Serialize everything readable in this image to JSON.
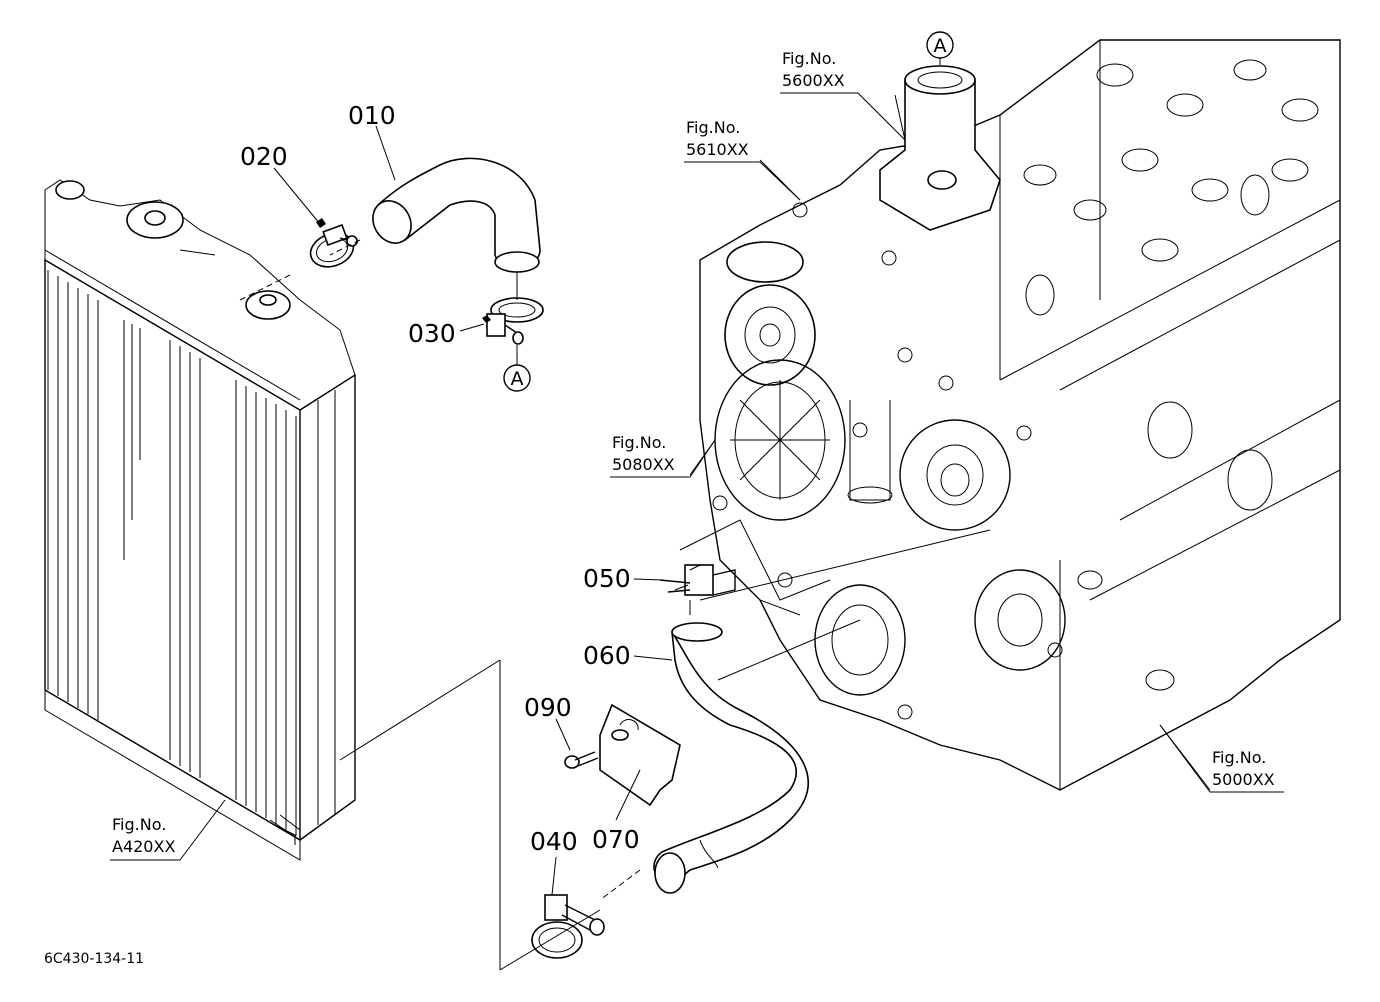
{
  "parts": [
    {
      "key": "p010",
      "number": "010"
    },
    {
      "key": "p020",
      "number": "020"
    },
    {
      "key": "p030",
      "number": "030"
    },
    {
      "key": "p040",
      "number": "040"
    },
    {
      "key": "p050",
      "number": "050"
    },
    {
      "key": "p060",
      "number": "060"
    },
    {
      "key": "p070",
      "number": "070"
    },
    {
      "key": "p090",
      "number": "090"
    }
  ],
  "fig_refs": [
    {
      "key": "f5600",
      "title": "Fig.No.",
      "code": "5600XX"
    },
    {
      "key": "f5610",
      "title": "Fig.No.",
      "code": "5610XX"
    },
    {
      "key": "f5080",
      "title": "Fig.No.",
      "code": "5080XX"
    },
    {
      "key": "f5000",
      "title": "Fig.No.",
      "code": "5000XX"
    },
    {
      "key": "fA420",
      "title": "Fig.No.",
      "code": "A420XX"
    }
  ],
  "connector_marks": [
    {
      "key": "top",
      "letter": "A"
    },
    {
      "key": "hose",
      "letter": "A"
    }
  ],
  "drawing_code": "6C430-134-11"
}
